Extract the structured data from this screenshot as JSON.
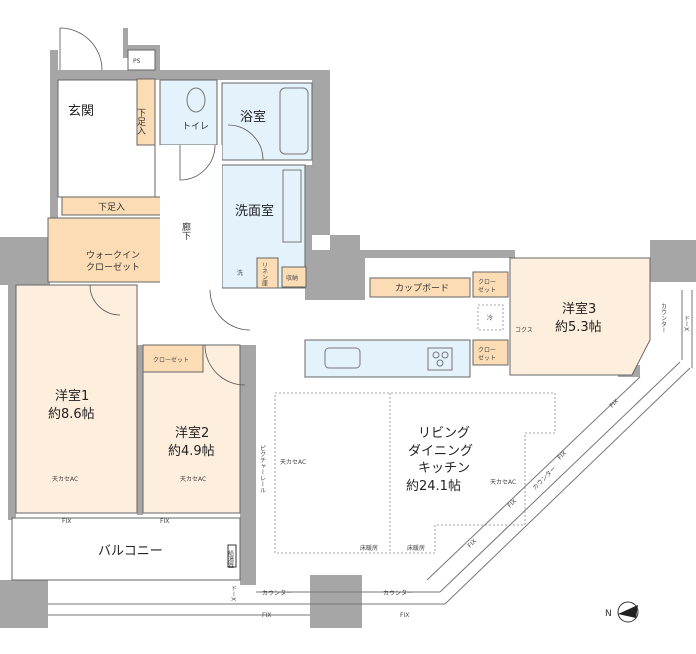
{
  "rooms": {
    "entrance": "玄関",
    "shoe_storage_1": "下足入",
    "shoe_storage_2": "下足入",
    "toilet": "トイレ",
    "bath": "浴室",
    "washroom": "洗面室",
    "corridor": "廊下",
    "walk_in_closet_1": "ウォークイン",
    "walk_in_closet_2": "クローゼット",
    "linen": "リネン庫",
    "storage": "収納",
    "washer": "洗",
    "ps": "PS",
    "bedroom1_name": "洋室1",
    "bedroom1_size": "約8.6帖",
    "bedroom2_name": "洋室2",
    "bedroom2_size": "約4.9帖",
    "bedroom3_name": "洋室3",
    "bedroom3_size": "約5.3帖",
    "ldk_1": "リビング",
    "ldk_2": "ダイニング",
    "ldk_3": "キッチン",
    "ldk_size": "約24.1帖",
    "balcony": "バルコニー",
    "cupboard": "カップボード",
    "closet": "クローゼット",
    "closet_a": "クロー",
    "closet_b": "ゼット",
    "fridge": "冷",
    "picture_rail": "ピクチャーレール",
    "counter": "カウンター",
    "fix": "FIX",
    "door_x": "ドーX",
    "ac": "天カセAC",
    "floor_heating": "床暖房",
    "water_heater": "給湯器",
    "closet3": "コクス"
  },
  "compass": {
    "label": "N"
  }
}
